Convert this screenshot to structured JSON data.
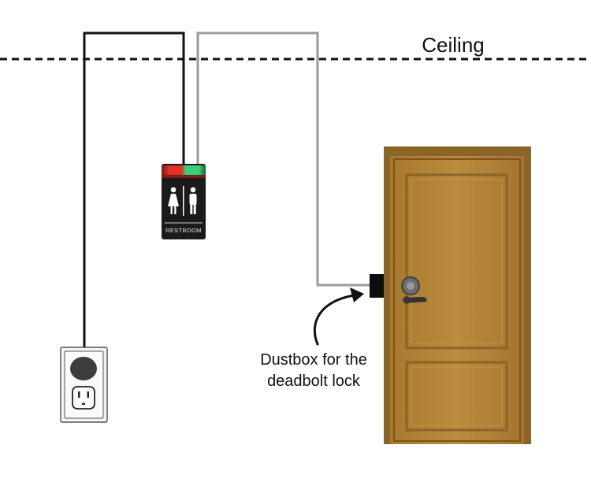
{
  "labels": {
    "ceiling": "Ceiling",
    "annotation_line1": "Dustbox for the",
    "annotation_line2": "deadbolt lock"
  },
  "sign": {
    "text": "RESTROOM",
    "status_colors": {
      "red": "#e0302a",
      "green": "#38d07a"
    }
  },
  "colors": {
    "power_wire": "#111111",
    "signal_wire": "#9a9a9a",
    "door_wood": "#b28339",
    "door_wood_dark": "#8a6428"
  }
}
